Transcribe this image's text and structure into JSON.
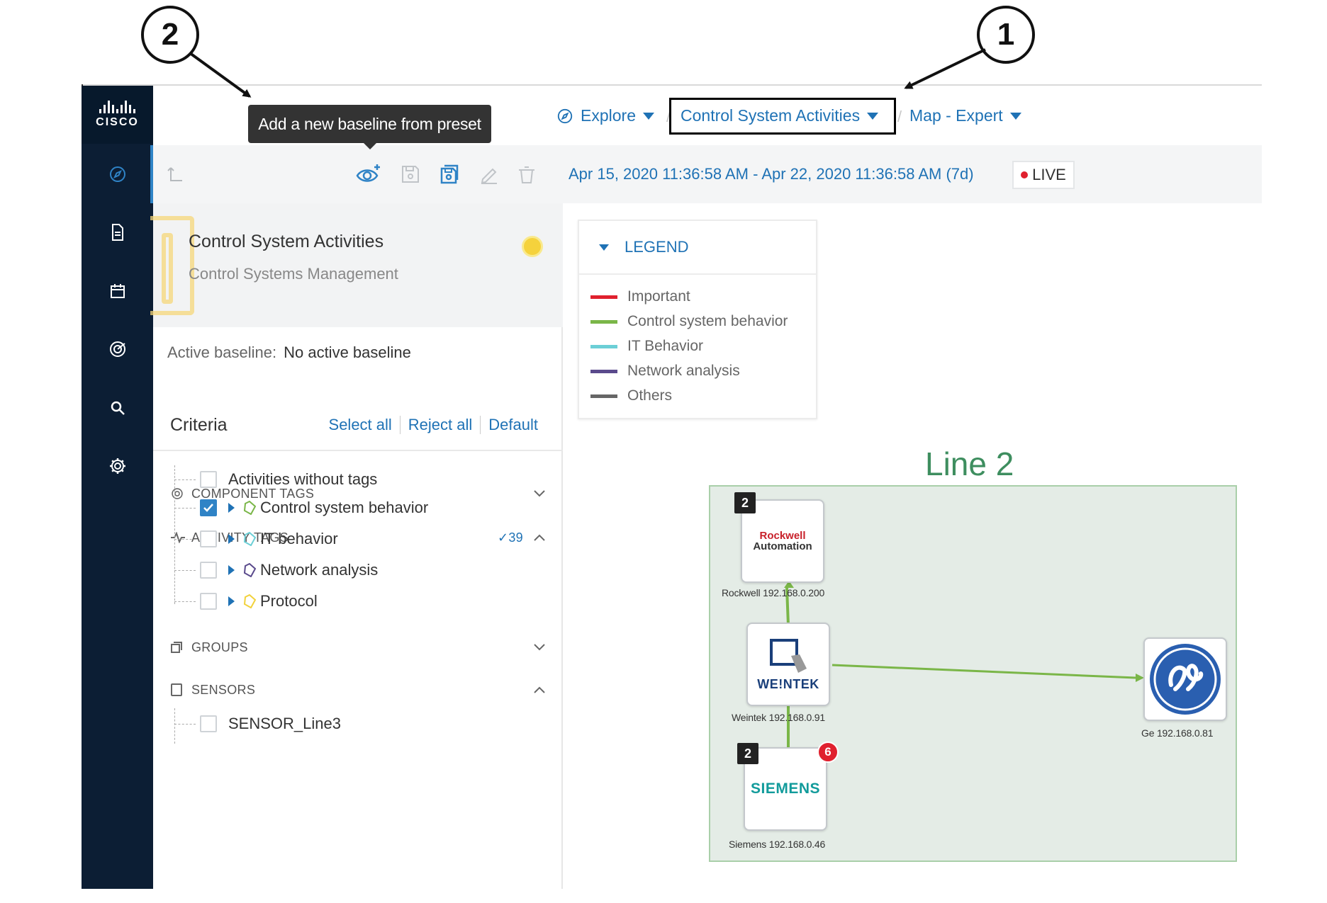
{
  "callouts": {
    "one": "1",
    "two": "2"
  },
  "tooltip": {
    "text": "Add a new baseline from preset"
  },
  "brand": {
    "logo_word": "CISCO"
  },
  "rail": {
    "items": [
      {
        "icon": "compass-icon"
      },
      {
        "icon": "document-icon"
      },
      {
        "icon": "calendar-icon"
      },
      {
        "icon": "target-icon"
      },
      {
        "icon": "search-icon"
      },
      {
        "icon": "gear-icon"
      }
    ]
  },
  "nav": {
    "explore": "Explore",
    "preset": "Control System Activities",
    "view": "Map - Expert",
    "separator": "/"
  },
  "timebar": {
    "range": "Apr 15, 2020 11:36:58 AM - Apr 22, 2020 11:36:58 AM  (7d)",
    "live": "LIVE"
  },
  "preset_card": {
    "title": "Control System Activities",
    "subtitle": "Control Systems Management"
  },
  "baseline": {
    "label": "Active baseline:",
    "value": "No active baseline"
  },
  "criteria": {
    "title": "Criteria",
    "select_all": "Select all",
    "reject_all": "Reject all",
    "default": "Default"
  },
  "sections": {
    "component_tags": "COMPONENT TAGS",
    "activity_tags": "ACTIVITY TAGS",
    "activity_count": "✓39",
    "groups": "GROUPS",
    "sensors": "SENSORS"
  },
  "activity_items": [
    {
      "label": "Activities without tags",
      "checked": false
    },
    {
      "label": "Control system behavior",
      "checked": true,
      "tag_color": "#7ab648"
    },
    {
      "label": "IT behavior",
      "checked": false,
      "tag_color": "#6ccfd6"
    },
    {
      "label": "Network analysis",
      "checked": false,
      "tag_color": "#5a4a8c"
    },
    {
      "label": "Protocol",
      "checked": false,
      "tag_color": "#f2d23c"
    }
  ],
  "sensor_items": [
    {
      "label": "SENSOR_Line3",
      "checked": false
    }
  ],
  "legend": {
    "title": "LEGEND",
    "items": [
      {
        "label": "Important",
        "color": "#e0202e"
      },
      {
        "label": "Control system behavior",
        "color": "#7ab648"
      },
      {
        "label": "IT Behavior",
        "color": "#6ccfd6"
      },
      {
        "label": "Network analysis",
        "color": "#5a4a8c"
      },
      {
        "label": "Others",
        "color": "#666666"
      }
    ]
  },
  "map": {
    "title": "Line 2",
    "nodes": {
      "rockwell": {
        "logo_line1": "Rockwell",
        "logo_line2": "Automation",
        "label": "Rockwell 192.168.0.200",
        "count": "2"
      },
      "weintek": {
        "logo": "WE!NTEK",
        "label": "Weintek 192.168.0.91"
      },
      "siemens": {
        "logo": "SIEMENS",
        "label": "Siemens 192.168.0.46",
        "count": "2",
        "alerts": "6"
      },
      "ge": {
        "label": "Ge 192.168.0.81"
      }
    }
  }
}
